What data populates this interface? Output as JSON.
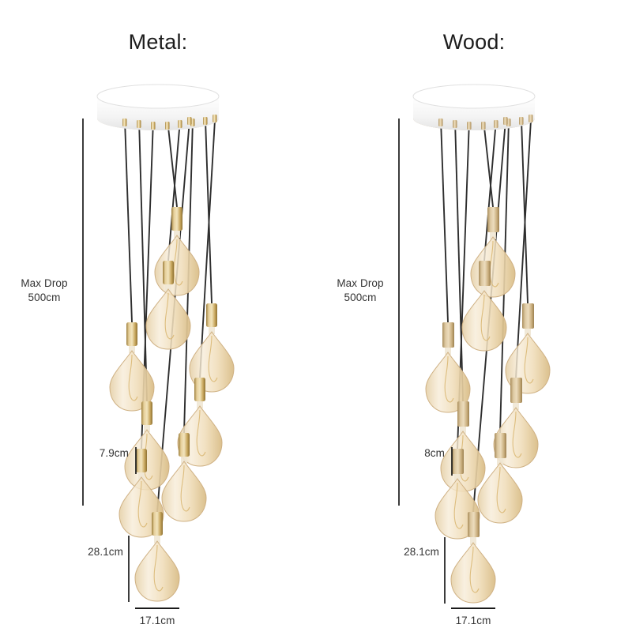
{
  "page": {
    "background_color": "#ffffff",
    "text_color": "#2b2b2b",
    "dimension_line_color": "#1a1a1a"
  },
  "panels": [
    {
      "id": "metal",
      "title": "Metal:",
      "holder_material": "brass-metal",
      "holder_color_light": "#e6cf9a",
      "holder_color_mid": "#c9a85f",
      "holder_color_dark": "#9d7f3d",
      "canopy_top_color": "#ffffff",
      "canopy_under_color": "#e8dcc2",
      "bulb_glass_color": "#f3e3c6",
      "cable_color": "#2e2e2e",
      "dimensions": {
        "max_drop": "Max Drop\n500cm",
        "holder_height": "7.9cm",
        "bulb_height": "28.1cm",
        "bulb_width": "17.1cm"
      }
    },
    {
      "id": "wood",
      "title": "Wood:",
      "holder_material": "natural-wood",
      "holder_color_light": "#e3d2ae",
      "holder_color_mid": "#c9ae7d",
      "holder_color_dark": "#a98d5c",
      "canopy_top_color": "#ffffff",
      "canopy_under_color": "#d9c3a0",
      "bulb_glass_color": "#f3e3c6",
      "cable_color": "#2e2e2e",
      "dimensions": {
        "max_drop": "Max Drop\n500cm",
        "holder_height": "8cm",
        "bulb_height": "28.1cm",
        "bulb_width": "17.1cm"
      }
    }
  ]
}
